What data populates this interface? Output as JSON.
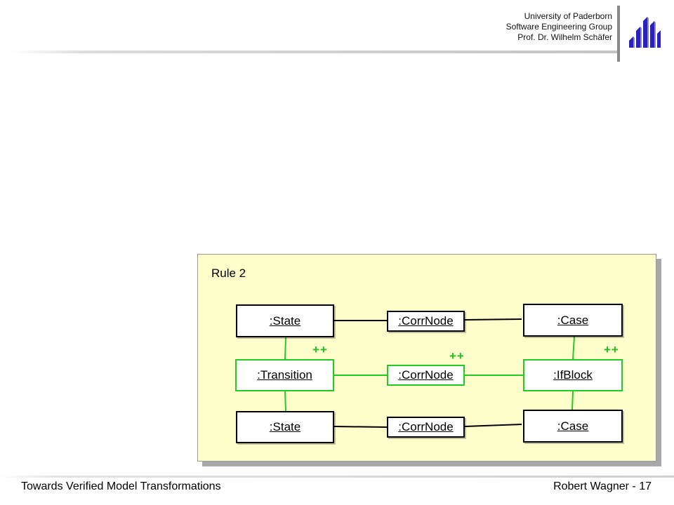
{
  "header": {
    "line1": "University of Paderborn",
    "line2": "Software Engineering Group",
    "line3": "Prof. Dr. Wilhelm Schäfer",
    "logo_icon": "university-logo-icon",
    "logo_color": "#2b22b8"
  },
  "rule": {
    "title": "Rule 2",
    "background": "#ffffcc",
    "left_column": [
      ":State",
      ":Transition",
      ":State"
    ],
    "middle_column": [
      ":CorrNode",
      ":CorrNode",
      ":CorrNode"
    ],
    "right_column": [
      ":Case",
      ":IfBlock",
      ":Case"
    ],
    "created_marker": "++",
    "created_color": "#22cc22"
  },
  "footer": {
    "title": "Towards Verified Model Transformations",
    "author_page": "Robert Wagner - 17"
  }
}
